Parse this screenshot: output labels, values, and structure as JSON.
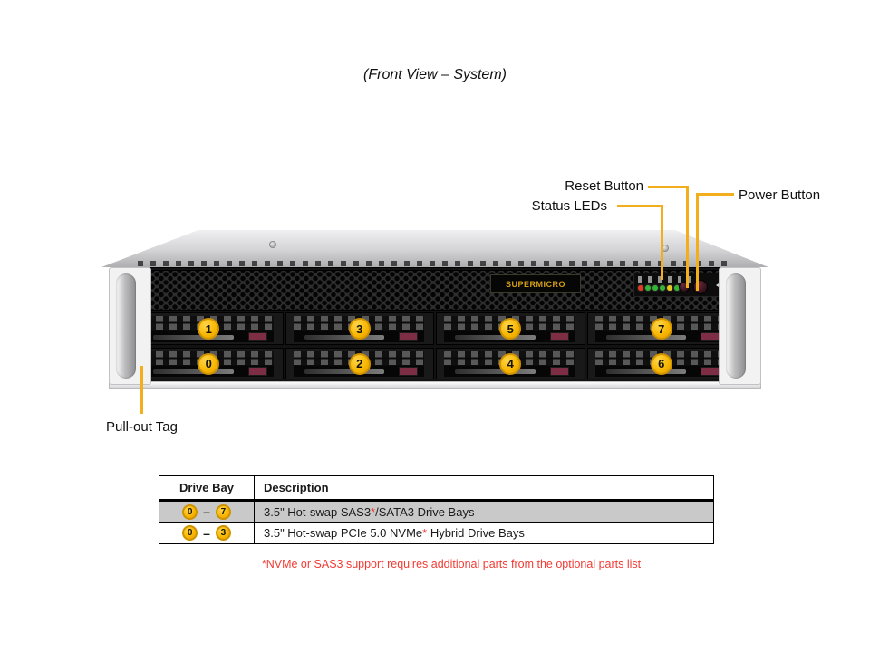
{
  "title": "(Front View – System)",
  "callouts": {
    "reset": "Reset Button",
    "status": "Status LEDs",
    "power": "Power Button",
    "pullout": "Pull-out Tag"
  },
  "server": {
    "brand": "SUPERMICRO",
    "drive_rows": [
      [
        "1",
        "3",
        "5",
        "7"
      ],
      [
        "0",
        "2",
        "4",
        "6"
      ]
    ],
    "status_led_colors": [
      "#e03a20",
      "#35b435",
      "#35b435",
      "#35b435",
      "#e8c81e",
      "#35b435"
    ]
  },
  "table": {
    "headers": [
      "Drive Bay",
      "Description"
    ],
    "range_separator": "–",
    "rows": [
      {
        "bays": [
          "0",
          "7"
        ],
        "shaded": true,
        "description": [
          {
            "text": "3.5\" Hot-swap SAS3",
            "highlight": false
          },
          {
            "text": "*",
            "highlight": true
          },
          {
            "text": "/SATA3 Drive Bays",
            "highlight": false
          }
        ]
      },
      {
        "bays": [
          "0",
          "3"
        ],
        "shaded": false,
        "description": [
          {
            "text": "3.5\" Hot-swap PCIe 5.0 NVMe",
            "highlight": false
          },
          {
            "text": "*",
            "highlight": true
          },
          {
            "text": " Hybrid Drive Bays",
            "highlight": false
          }
        ]
      }
    ]
  },
  "footnote": "*NVMe or SAS3 support requires additional parts from the optional parts list",
  "colors": {
    "accent_yellow": "#f2ae1c",
    "badge_yellow": "#f7b500",
    "badge_ring": "#cf9200",
    "row_gray": "#c9c9c9",
    "note_red": "#f23b34"
  }
}
